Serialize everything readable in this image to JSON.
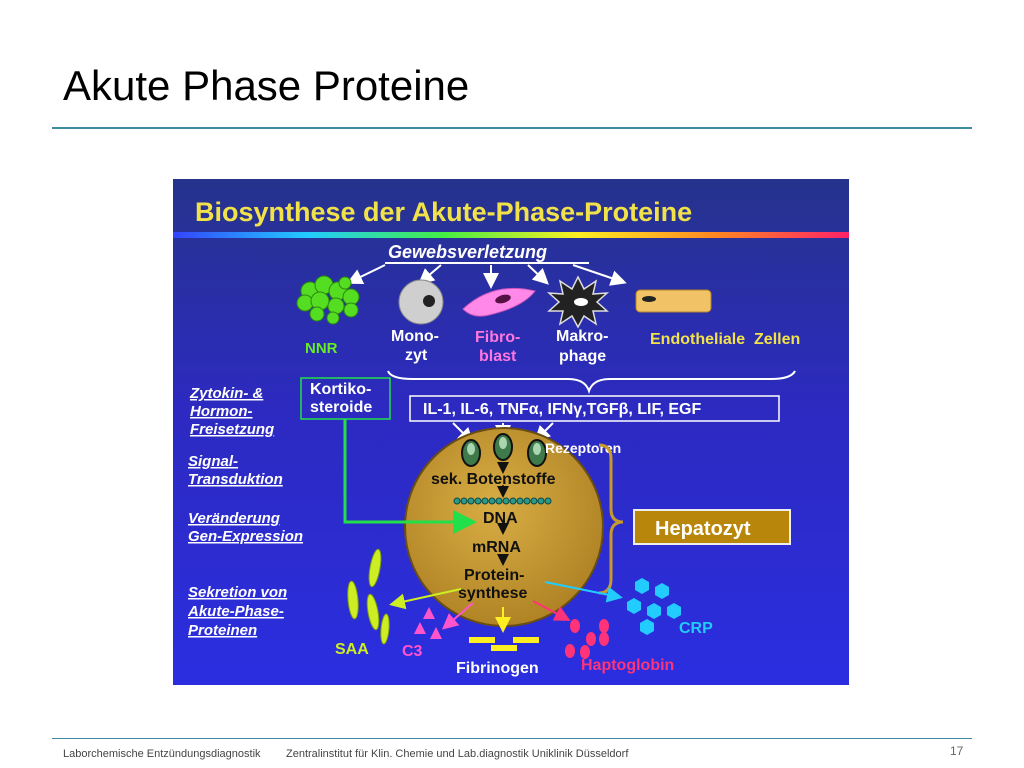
{
  "slide": {
    "title": "Akute Phase Proteine",
    "page_number": "17"
  },
  "footer": {
    "left": "Laborchemische Entzündungsdiagnostik",
    "center": "Zentralinstitut für Klin. Chemie und Lab.diagnostik Uniklinik Düsseldorf"
  },
  "diagram": {
    "heading": "Biosynthese der  Akute-Phase-Proteine",
    "trigger": "Gewebsverletzung",
    "cells": {
      "nnr": "NNR",
      "monozyt": [
        "Mono-",
        "zyt"
      ],
      "fibroblast": [
        "Fibro-",
        "blast"
      ],
      "makrophage": [
        "Makro-",
        "phage"
      ],
      "endothel": "Endotheliale  Zellen"
    },
    "kortikosteroide": [
      "Kortiko-",
      "steroide"
    ],
    "cytokines": "IL-1, IL-6, TNFα, IFNγ,TGFβ, LIF, EGF",
    "rezeptoren": "Rezeptoren",
    "steps": {
      "step1": [
        "Zytokin- &",
        "Hormon-",
        "Freisetzung"
      ],
      "step2": [
        "Signal-",
        "Transduktion"
      ],
      "step3": [
        "Veränderung",
        "Gen-Expression"
      ],
      "step4": [
        "Sekretion von",
        "Akute-Phase-",
        "Proteinen"
      ]
    },
    "cell_inner": {
      "botenstoffe": "sek. Botenstoffe",
      "dna": "DNA",
      "mrna": "mRNA",
      "protein": [
        "Protein-",
        "synthese"
      ]
    },
    "hepatozyt": "Hepatozyt",
    "products": {
      "saa": "SAA",
      "c3": "C3",
      "fibrinogen": "Fibrinogen",
      "haptoglobin": "Haptoglobin",
      "crp": "CRP"
    },
    "colors": {
      "heading": "#f2e24a",
      "cell_labels": "#ffffff",
      "step_labels": "#ffffff",
      "hepatocyte": "#c79a2c",
      "hepatozyt_box": "#b8860b",
      "kortiko_arrow": "#22e04a",
      "endothel_label": "#f2e24a",
      "nnr_green": "#55dd22",
      "fibro_pink": "#ff88e8",
      "saa": "#ccee22",
      "c3": "#ff55cc",
      "fibrinogen": "#ffee22",
      "haptoglobin": "#ff3377",
      "crp": "#22ccff"
    }
  }
}
